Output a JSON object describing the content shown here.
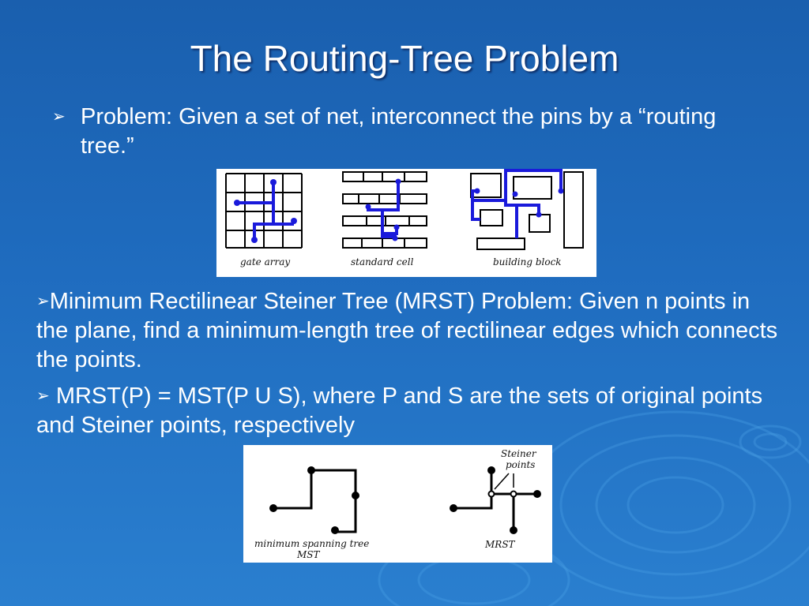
{
  "slide": {
    "title": "The Routing-Tree Problem",
    "bullets": [
      {
        "marker": "➢",
        "text": "Problem: Given a set of net, interconnect the pins by a “routing tree.”"
      },
      {
        "marker": "➢",
        "text": "Minimum Rectilinear Steiner Tree (MRST) Problem: Given n points in the plane, find a minimum-length tree of rectilinear edges which connects the points."
      },
      {
        "marker": "➢",
        "text": "MRST(P) = MST(P U S), where P and S are the sets of original points and Steiner points, respectively"
      }
    ]
  },
  "figure1": {
    "captions": [
      "gate array",
      "standard cell",
      "building block"
    ]
  },
  "figure2": {
    "captions": {
      "mst_line1": "minimum spanning tree",
      "mst_line2": "MST",
      "steiner_line1": "Steiner",
      "steiner_line2": "points",
      "mrst": "MRST"
    }
  },
  "colors": {
    "background": "#1f6cbf",
    "route": "#1a1adb",
    "text": "#ffffff"
  }
}
